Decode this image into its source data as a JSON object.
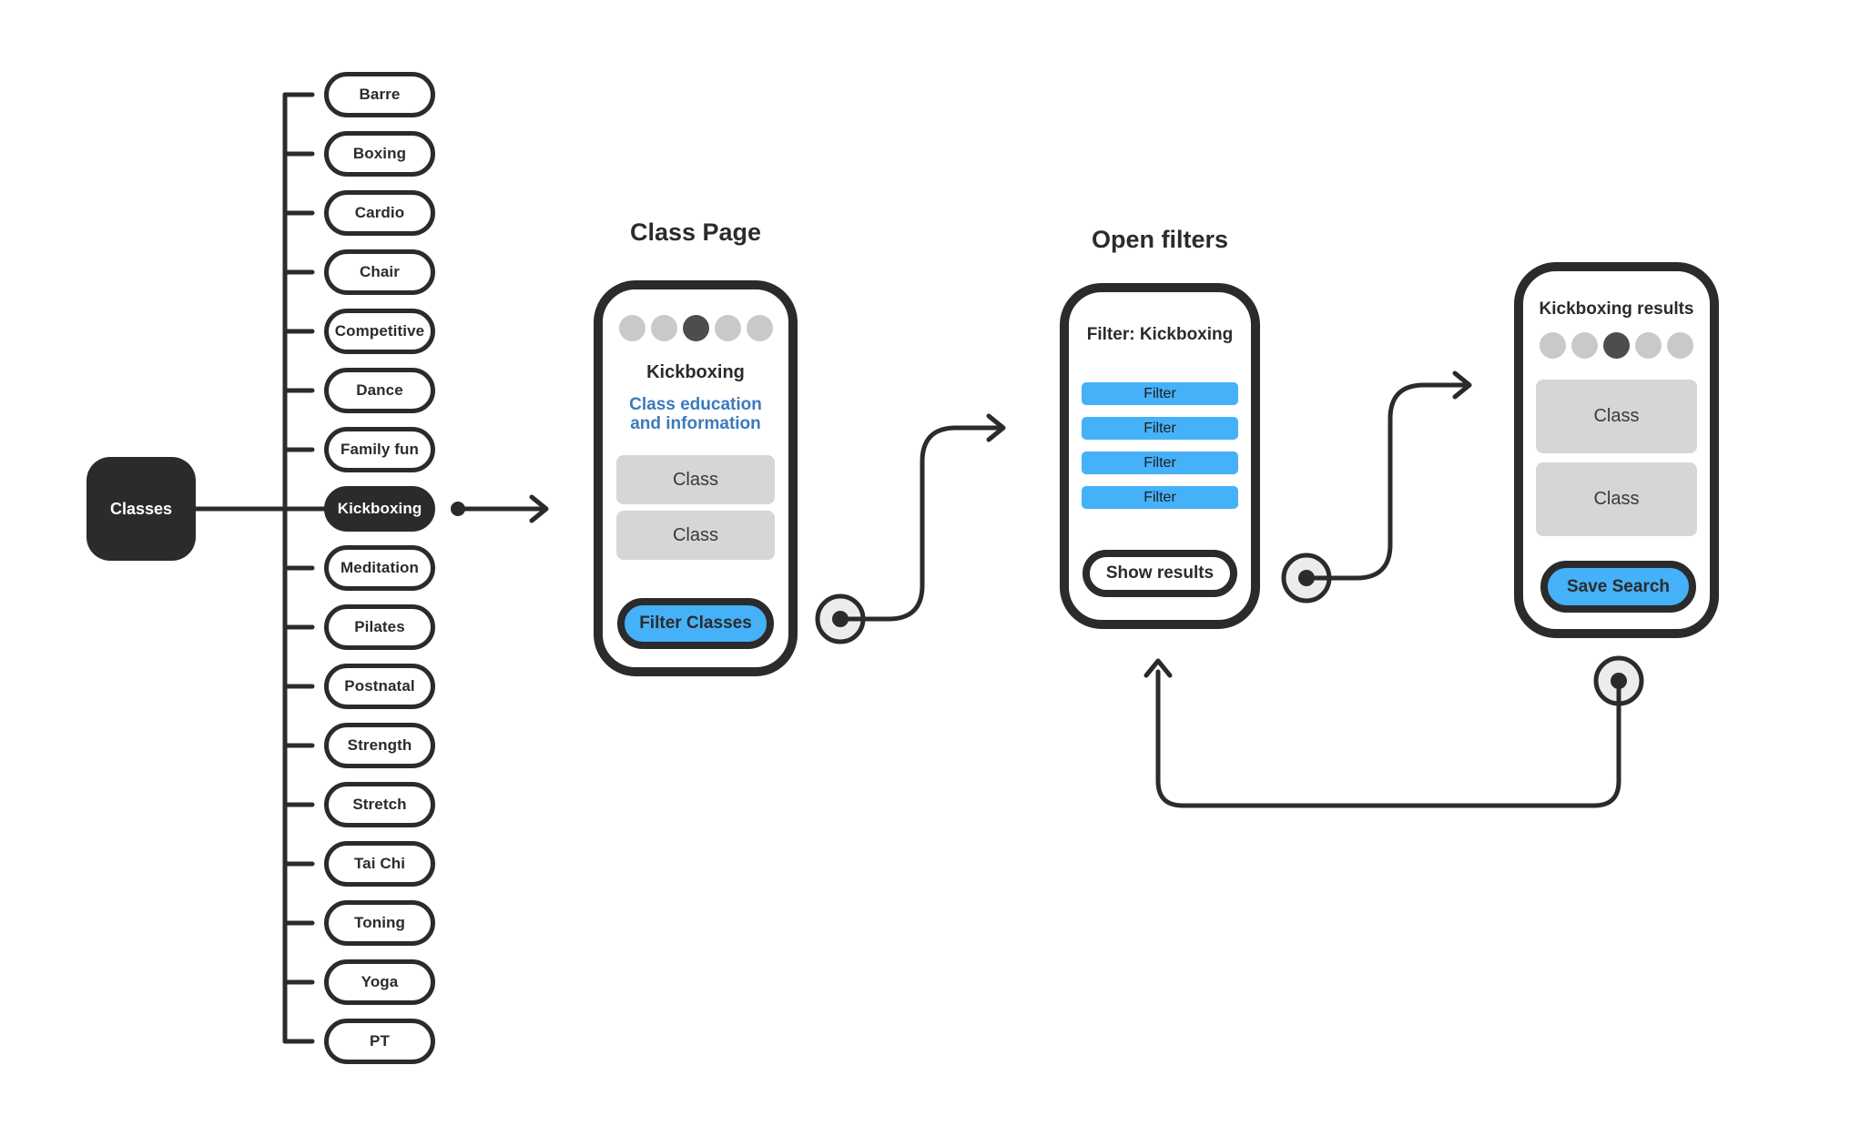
{
  "palette": {
    "dark": "#2b2b2b",
    "blue": "#45b1f8",
    "blueText": "#3b7abc",
    "cardGray": "#d6d6d6",
    "dotLight": "#c9c9c9",
    "dotDark": "#4d4d4d",
    "connectorFill": "#ececec"
  },
  "tree": {
    "root_label": "Classes",
    "items": [
      {
        "label": "Barre"
      },
      {
        "label": "Boxing"
      },
      {
        "label": "Cardio"
      },
      {
        "label": "Chair"
      },
      {
        "label": "Competitive"
      },
      {
        "label": "Dance"
      },
      {
        "label": "Family fun"
      },
      {
        "label": "Kickboxing",
        "selected": true
      },
      {
        "label": "Meditation"
      },
      {
        "label": "Pilates"
      },
      {
        "label": "Postnatal"
      },
      {
        "label": "Strength"
      },
      {
        "label": "Stretch"
      },
      {
        "label": "Tai Chi"
      },
      {
        "label": "Toning"
      },
      {
        "label": "Yoga"
      },
      {
        "label": "PT"
      }
    ]
  },
  "class_page": {
    "title": "Class Page",
    "heading": "Kickboxing",
    "subheading": "Class education\nand information",
    "progress_dots": [
      "light",
      "light",
      "dark",
      "light",
      "light"
    ],
    "cards": [
      "Class",
      "Class"
    ],
    "button_label": "Filter Classes"
  },
  "open_filters": {
    "title": "Open filters",
    "heading": "Filter: Kickboxing",
    "filters": [
      "Filter",
      "Filter",
      "Filter",
      "Filter"
    ],
    "button_label": "Show results"
  },
  "results": {
    "heading": "Kickboxing results",
    "progress_dots": [
      "light",
      "light",
      "dark",
      "light",
      "light"
    ],
    "cards": [
      "Class",
      "Class"
    ],
    "button_label": "Save Search"
  }
}
